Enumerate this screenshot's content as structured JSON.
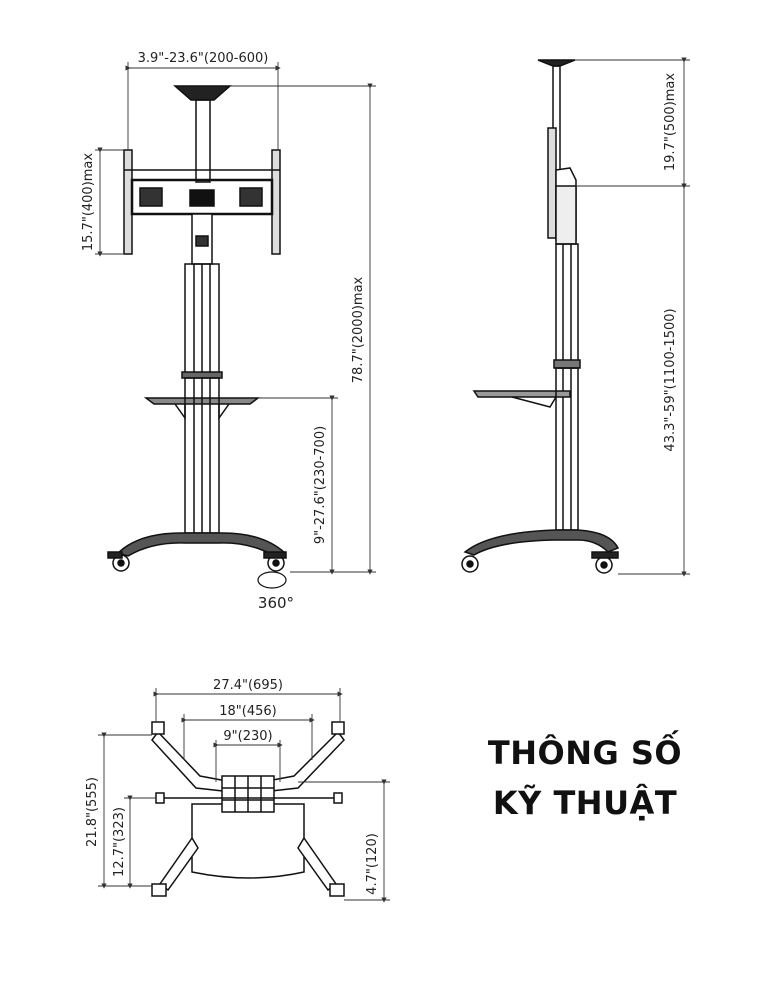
{
  "front_view": {
    "vesa_width": "3.9\"-23.6\"(200-600)",
    "vesa_height": "15.7\"(400)max",
    "total_height": "78.7\"(2000)max",
    "shelf_height": "9\"-27.6\"(230-700)",
    "rotation": "360°"
  },
  "side_view": {
    "top_extension": "19.7\"(500)max",
    "mount_height": "43.3\"-59\"(1100-1500)"
  },
  "base_view": {
    "base_width": "27.4\"(695)",
    "inner_width": "18\"(456)",
    "column_width": "9\"(230)",
    "base_depth": "21.8\"(555)",
    "half_depth": "12.7\"(323)",
    "rear_offset": "4.7\"(120)"
  },
  "title": {
    "line1": "THÔNG SỐ",
    "line2": "KỸ THUẬT"
  },
  "colors": {
    "line": "#111111",
    "dim_line": "#333333",
    "background": "#ffffff"
  }
}
